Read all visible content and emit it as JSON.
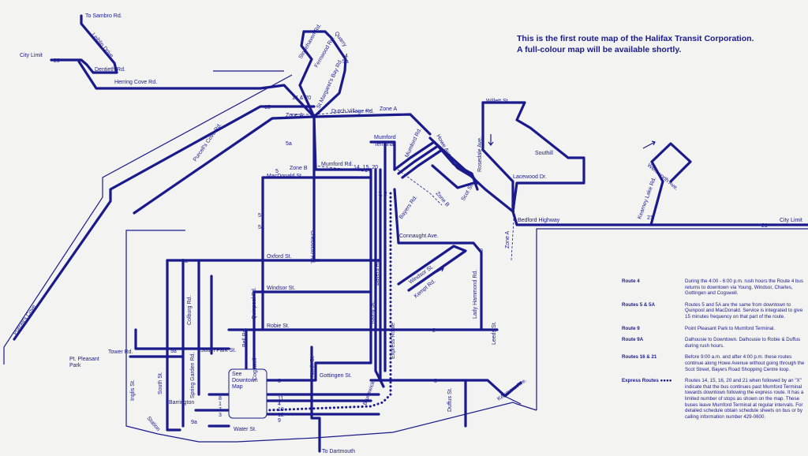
{
  "header_note": {
    "line1": "This is the first route map of the Halifax Transit Corporation.",
    "line2": "A full-colour map will be available shortly."
  },
  "labels": {
    "to_sambro": "To Sambro Rd.",
    "leiblin": "Leiblin Drive",
    "city_limit_w": "City Limit",
    "dentieth": "Dentieth Rd.",
    "herring_cove": "Herring Cove Rd.",
    "stonehaven": "Stonehaven Rd.",
    "quarry": "Quarry",
    "fernwood": "Fernwood Rd.",
    "st_margarets": "St Margaret's Bay Rd.",
    "dutch_village": "Dutch Village Rd.",
    "zone_a_top": "Zone A",
    "zone_a_left": "Zone A",
    "zone_a_right": "Zone A",
    "zone_b_left": "Zone B",
    "zone_b_right": "Zone B",
    "purcells_cove_rd": "Purcell's Cove Rd.",
    "purcells_cove": "Purcell's Cove",
    "mumford_terminal_1": "Mumford",
    "mumford_terminal_2": "Terminal",
    "mumford_rd_top": "Mumford Rd.",
    "mumford_rd": "Mumford Rd.",
    "macdonald": "MacDonald St.",
    "howe": "Howe Ave.",
    "bayers_rd": "Bayers Rd.",
    "bayers_rd2": "Bayers Rd.",
    "scot_st": "Scot St.",
    "rosedale": "Rosedale Ave.",
    "willett": "Willett St.",
    "southill": "Southill",
    "lacewood": "Lacewood Dr.",
    "bedford": "Bedford Highway",
    "city_limit_e": "City Limit",
    "kearney": "Kearney Lake Rd.",
    "wentworth": "Wentworth Ave.",
    "connaught": "Connaught Ave.",
    "oxford": "Oxford St.",
    "chebucto": "Chebucto Rd.",
    "windsor_st": "Windsor St.",
    "windsor_st2": "Windsor St.",
    "kempt": "Kempt Rd.",
    "lady_hammond": "Lady Hammond Rd.",
    "colburg": "Colburg Rd.",
    "quinpool": "Quinpool Rd.",
    "robie": "Robie St.",
    "young": "Young St.",
    "leeds": "Leeds St.",
    "tower": "Tower Rd.",
    "south_park": "South Park St.",
    "bell": "Bell Rd.",
    "cogswell": "Cogswell",
    "north_st": "North St.",
    "gottingen": "Gottingen St.",
    "pt_pleasant_1": "Pt. Pleasant",
    "pt_pleasant_2": "Park",
    "inglis": "Inglis St.",
    "south_st": "South St.",
    "spring_garden": "Spring Garden Rd.",
    "barrington": "Barrington",
    "station": "Station",
    "water": "Water St.",
    "dartmouth": "To Dartmouth",
    "express_route": "Express Route",
    "kenmore": "Kenmore Ave.",
    "duffus": "Duffus St.",
    "brunswick": "Brunswick",
    "see_downtown_1": "See",
    "see_downtown_2": "Downtown",
    "see_downtown_3": "Map"
  },
  "route_numbers": {
    "r20_top": "20",
    "r14_20": "14 & 20",
    "r15": "15",
    "r4_top": "4",
    "r5a_top": "5a",
    "r5_b": "5",
    "r5_mid": "5",
    "r5a_mid": "5a",
    "r14_15_20": "14, 15, 20",
    "r1_2": "1, 2",
    "r4_bed": "4",
    "r21": "21",
    "r21b": "21",
    "r9a_ox": "9a",
    "r9a_tow": "9a",
    "r9a_bot": "9a",
    "r2_robie": "2",
    "r3_a": "3",
    "r3_b": "3",
    "r3_c": "3",
    "r9_con": "9",
    "r8": "8",
    "r1": "1",
    "r7": "7",
    "r3": "3",
    "r11": "11",
    "r4": "4",
    "r10": "10",
    "r9": "9",
    "r12": "12"
  },
  "legend": [
    {
      "key": "Route 4",
      "text": "During the 4:00 - 6:00 p.m. rush hours the Route 4 bus returns to downtown via Young, Windsor, Charles, Gottingen and Cogswell."
    },
    {
      "key": "Routes 5 & 5A",
      "text": "Routes 5 and 5A are the same from downtown to Quinpool and MacDonald. Service is integrated to give 15 minutes frequency on that part of the route."
    },
    {
      "key": "Route 9",
      "text": "Point Pleasant Park to Mumford Terminal."
    },
    {
      "key": "Route 9A",
      "text": "Dalhousie to Downtown. Dalhousie to Robie & Duffus during rush hours."
    },
    {
      "key": "Routes 16 & 21",
      "text": "Before 9:00 a.m. and after 4:00 p.m. these routes continue along Howe Avenue without going through the Scot Street, Bayers Road Shopping Centre loop."
    },
    {
      "key": "Express Routes ●●●●",
      "text": "Routes 14, 15, 16, 20 and 21 when followed by an \"X\" indicate that the bus continues past Mumford Terminal towards downtown following the express route. It has a limited number of stops as shown on the map. These buses leave Mumford Terminal at regular intervals. For detailed schedule obtain schedule sheets on bus or by calling information number 429-0600."
    }
  ],
  "colors": {
    "ink": "#1a1a8c",
    "paper": "#f3f3f1"
  }
}
